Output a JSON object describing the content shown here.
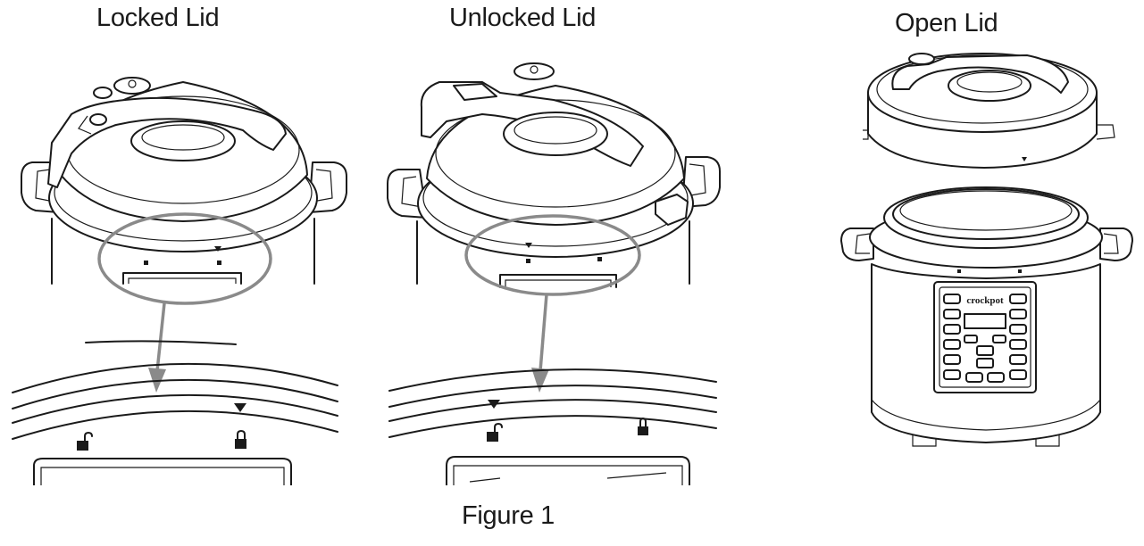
{
  "labels": {
    "locked": "Locked Lid",
    "unlocked": "Unlocked Lid",
    "open": "Open Lid",
    "figure": "Figure 1"
  },
  "brand": "crockpot",
  "colors": {
    "line": "#1a1a1a",
    "callout": "#8a8a8a",
    "background": "#ffffff"
  },
  "icons": [
    "unlocked-padlock-icon",
    "locked-padlock-icon",
    "alignment-arrow-icon"
  ]
}
